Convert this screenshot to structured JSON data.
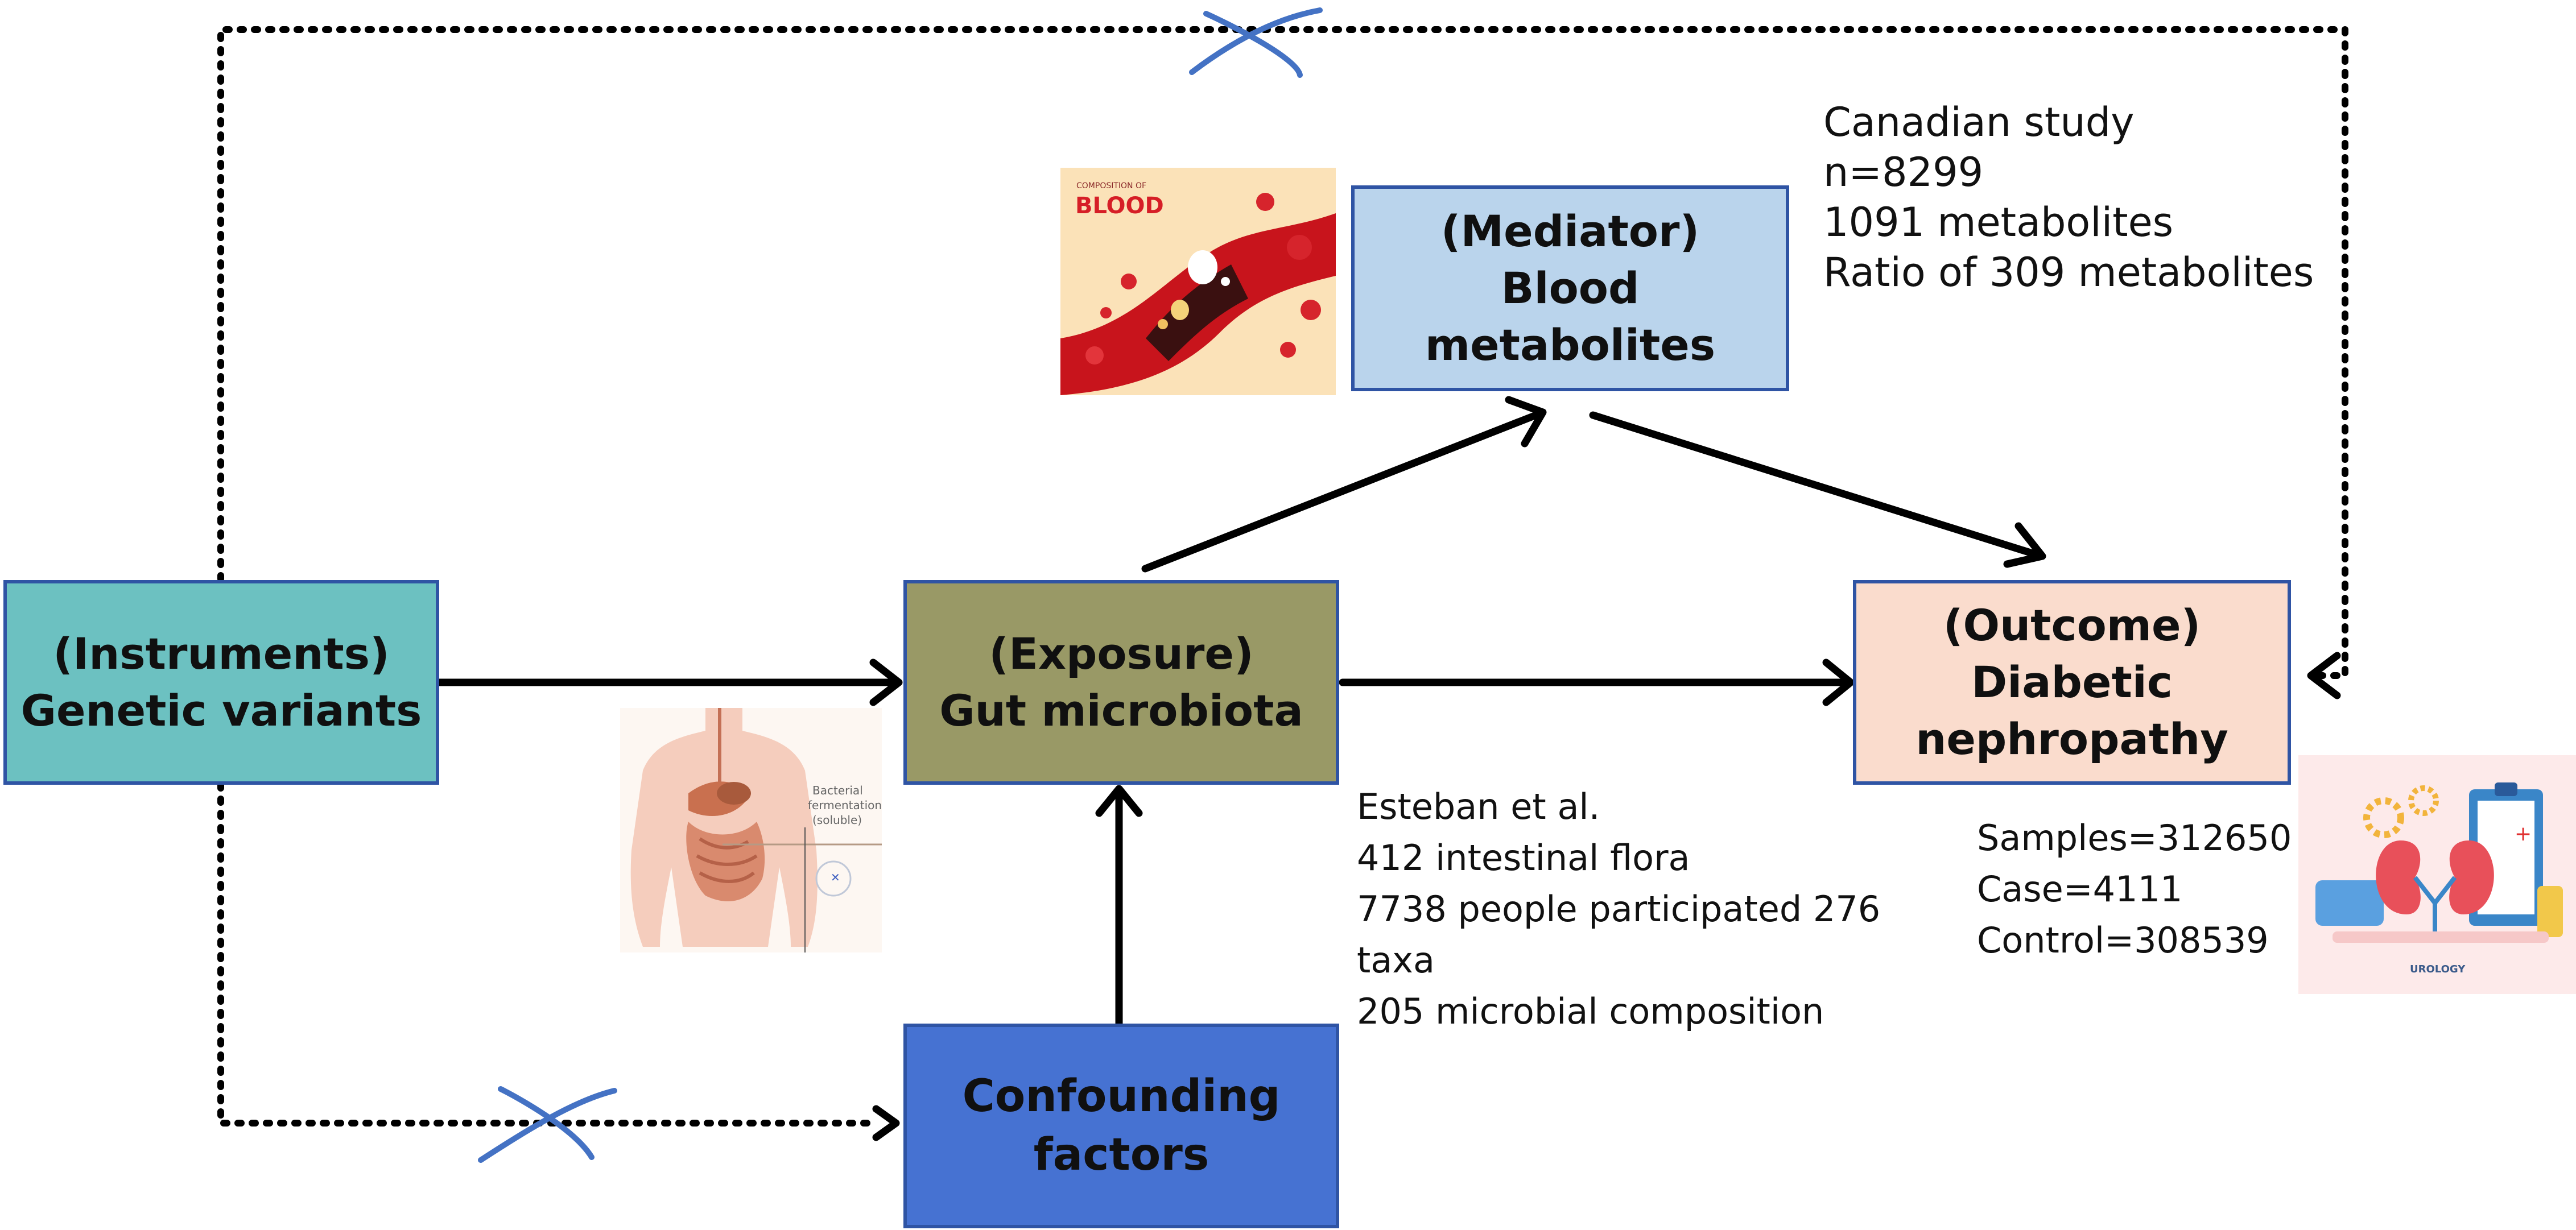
{
  "colors": {
    "instruments_fill": "#6cc1c1",
    "exposure_fill": "#999966",
    "mediator_fill": "#bad4ec",
    "outcome_fill": "#fadccd",
    "confounding_fill": "#4672d2",
    "box_border": "#2f54a4",
    "arrow": "#000000",
    "cross": "#4472c4"
  },
  "boxes": {
    "instruments": {
      "lines": [
        "(Instruments)",
        "Genetic variants"
      ]
    },
    "exposure": {
      "lines": [
        "(Exposure)",
        "Gut microbiota"
      ]
    },
    "mediator": {
      "lines": [
        "(Mediator)",
        "Blood",
        "metabolites"
      ]
    },
    "outcome": {
      "lines": [
        "(Outcome)",
        "Diabetic",
        "nephropathy"
      ]
    },
    "confounding": {
      "lines": [
        "Confounding",
        "factors"
      ]
    }
  },
  "notes": {
    "mediator_study": {
      "lines": [
        "Canadian study",
        "n=8299",
        "1091 metabolites",
        "Ratio of 309 metabolites"
      ]
    },
    "exposure_study": {
      "lines": [
        "Esteban et al.",
        "412 intestinal flora",
        "7738 people participated 276",
        "taxa",
        "205 microbial composition"
      ]
    },
    "outcome_study": {
      "lines": [
        "Samples=312650",
        "Case=4111",
        "Control=308539"
      ]
    }
  },
  "illustrations": {
    "blood": {
      "icon": "blood-composition-illustration",
      "title": "BLOOD",
      "caption": "COMPOSITION OF"
    },
    "gut": {
      "icon": "gut-anatomy-illustration",
      "caption_lines": [
        "Bacterial",
        "fermentation",
        "(soluble)"
      ]
    },
    "kidney": {
      "icon": "urology-kidney-illustration",
      "caption": "UROLOGY"
    }
  },
  "links": [
    {
      "from": "instruments",
      "to": "exposure",
      "style": "solid"
    },
    {
      "from": "exposure",
      "to": "outcome",
      "style": "solid"
    },
    {
      "from": "exposure",
      "to": "mediator",
      "style": "solid"
    },
    {
      "from": "mediator",
      "to": "outcome",
      "style": "solid"
    },
    {
      "from": "confounding",
      "to": "exposure",
      "style": "solid"
    },
    {
      "from": "instruments",
      "to": "outcome",
      "style": "dotted",
      "crossed": true
    },
    {
      "from": "instruments",
      "to": "confounding",
      "style": "dotted",
      "crossed": true
    }
  ]
}
